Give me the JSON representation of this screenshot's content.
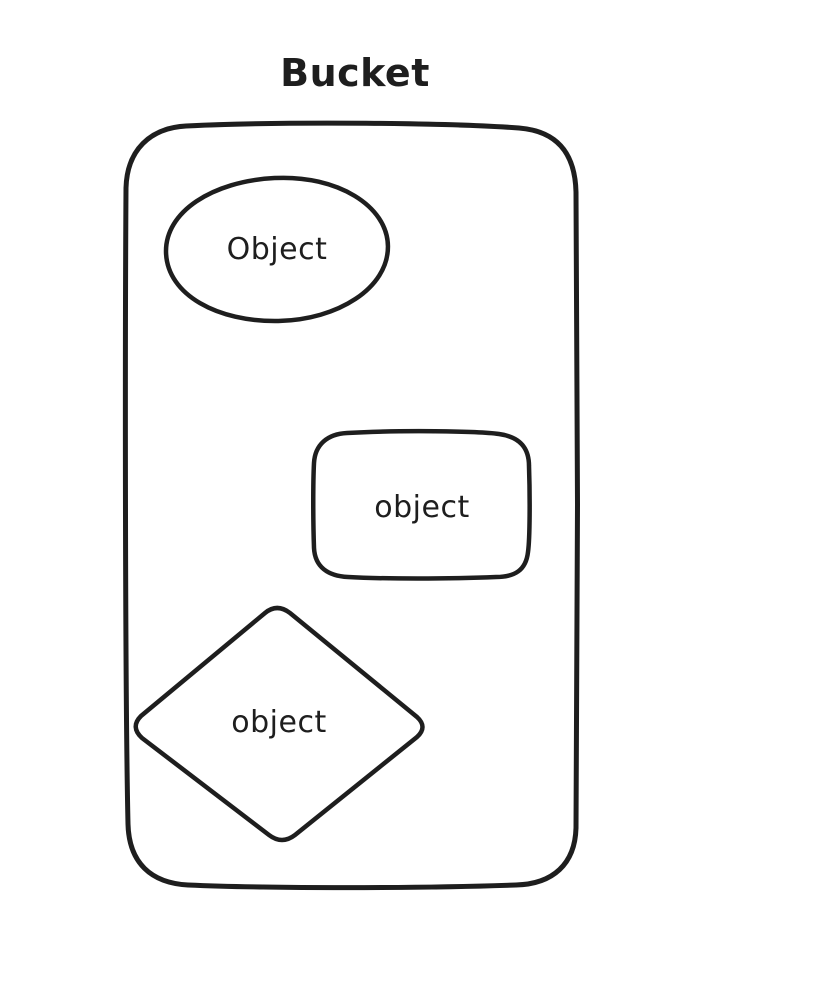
{
  "diagram": {
    "title": "Bucket",
    "container": {
      "shape": "rounded-rectangle",
      "label": "Bucket"
    },
    "nodes": [
      {
        "id": "object-ellipse",
        "shape": "ellipse",
        "label": "Object"
      },
      {
        "id": "object-rect",
        "shape": "rounded-rectangle",
        "label": "object"
      },
      {
        "id": "object-diamond",
        "shape": "diamond",
        "label": "object"
      }
    ],
    "colors": {
      "stroke": "#1e1e1e",
      "background": "#ffffff"
    }
  }
}
